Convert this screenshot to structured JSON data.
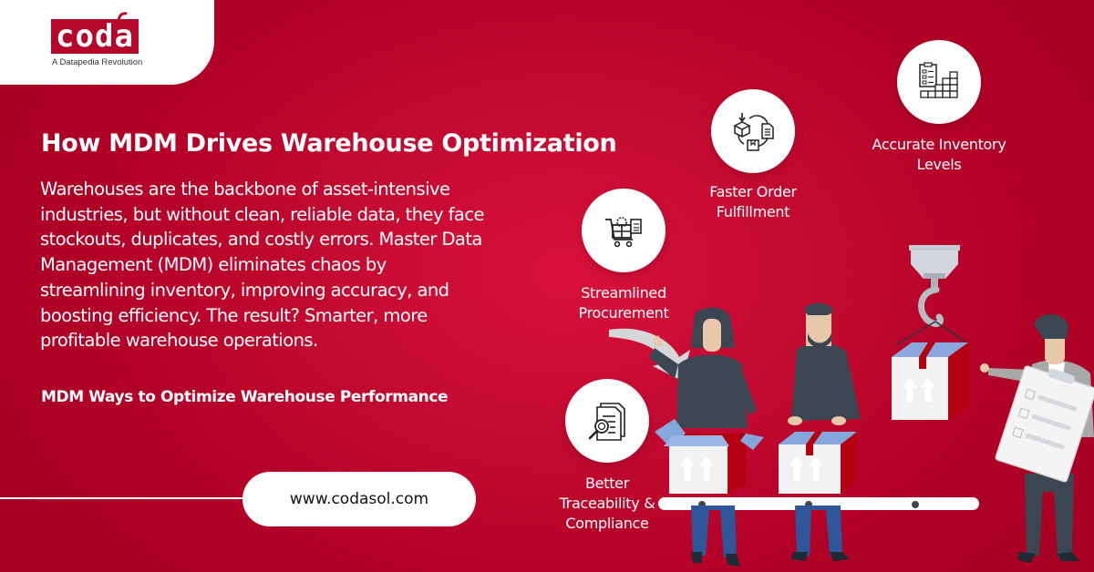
{
  "brand": {
    "logo_text": "coda",
    "tagline": "A Datapedia Revolution",
    "colors": {
      "background": "#b10026",
      "background_glow": "#d8113a",
      "logo_red": "#b5072a",
      "white": "#ffffff",
      "box_blue": "#86a6de",
      "person_dark": "#3b4652",
      "jeans_blue": "#2f5699"
    }
  },
  "headline": "How MDM Drives Warehouse Optimization",
  "intro_lines": [
    "Warehouses are the backbone of asset-intensive",
    "industries, but without clean, reliable data, they face",
    "stockouts, duplicates, and costly errors. Master Data",
    "Management (MDM) eliminates chaos by",
    "streamlining inventory, improving accuracy, and",
    "boosting efficiency. The result? Smarter, more",
    "profitable warehouse operations."
  ],
  "subheading": "MDM Ways to Optimize Warehouse Performance",
  "cta": {
    "url_text": "www.codasol.com"
  },
  "features": [
    {
      "icon": "compliance-document-search-icon",
      "lines": [
        "Better",
        "Traceability &",
        "Compliance"
      ]
    },
    {
      "icon": "procurement-cart-icon",
      "lines": [
        "Streamlined",
        "Procurement"
      ]
    },
    {
      "icon": "order-fulfillment-cycle-icon",
      "lines": [
        "Faster Order",
        "Fulfillment"
      ]
    },
    {
      "icon": "inventory-boxes-checklist-icon",
      "lines": [
        "Accurate Inventory",
        "Levels"
      ]
    }
  ]
}
